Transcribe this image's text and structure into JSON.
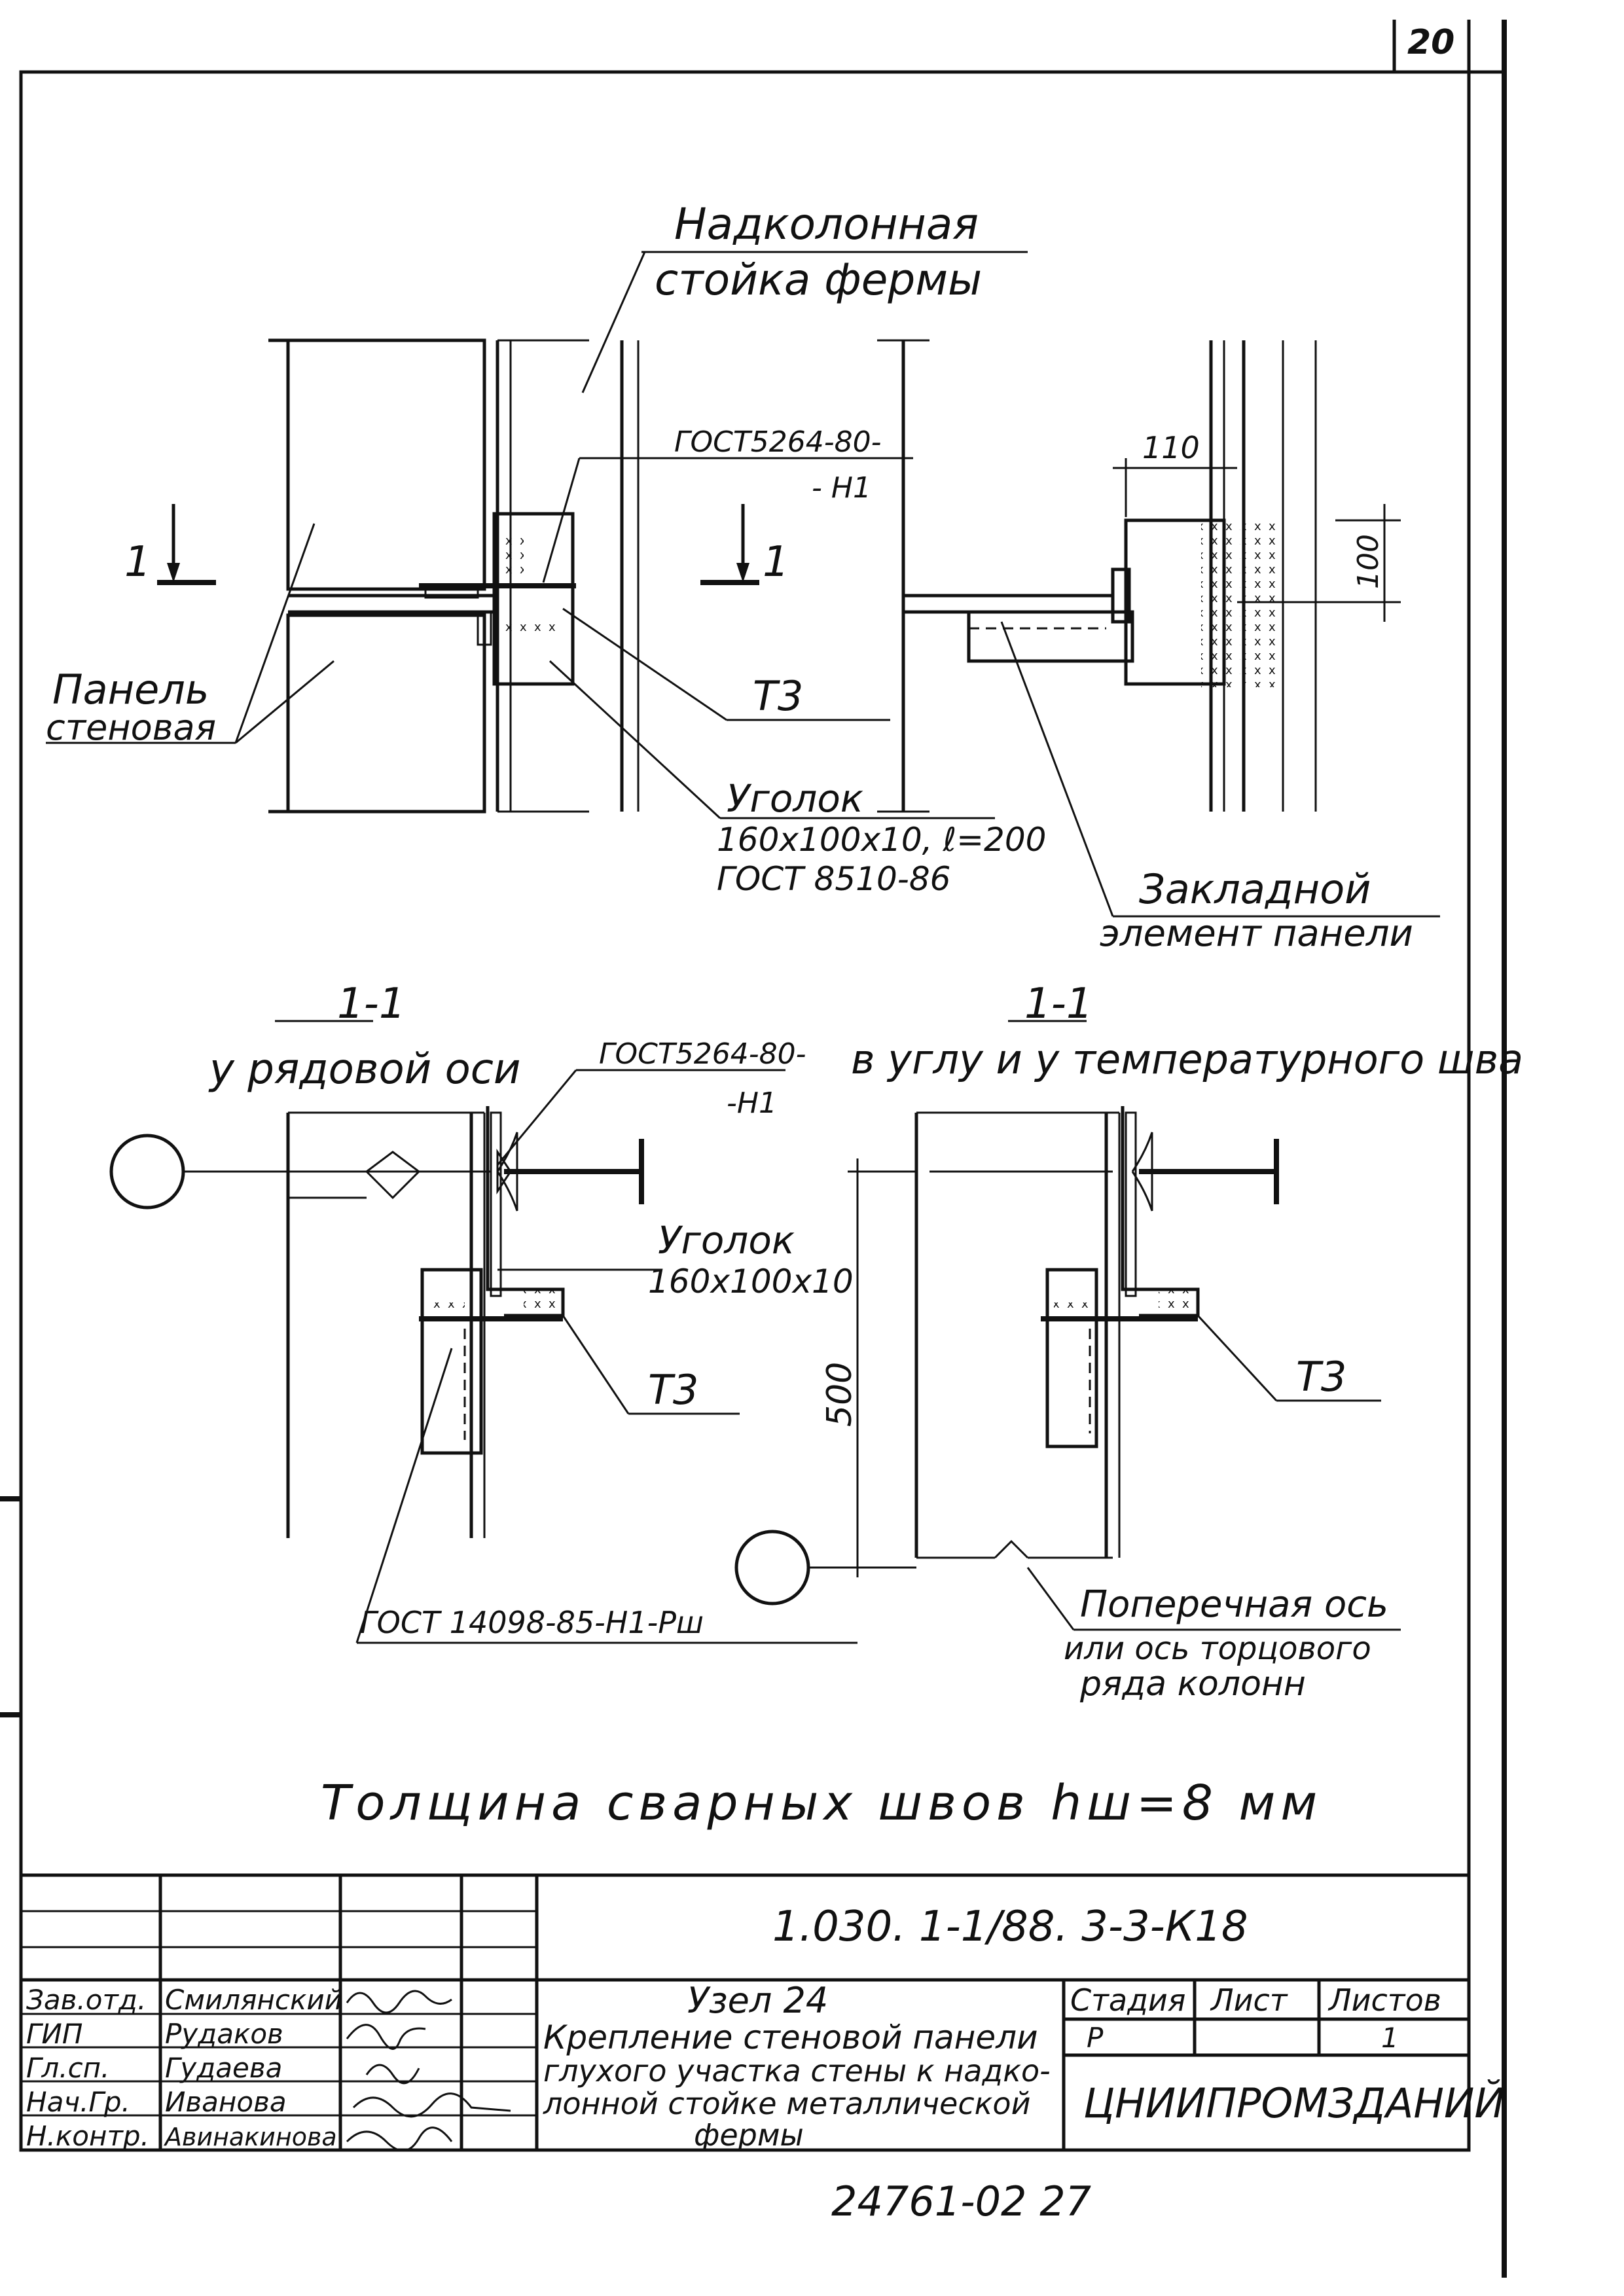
{
  "sheet_number": "20",
  "top_detail": {
    "truss_post_label_line1": "Надколонная",
    "truss_post_label_line2": "стойка фермы",
    "gost_weld_line1": "ГОСТ5264-80-",
    "gost_weld_line2": "- Н1",
    "section_mark_left": "1",
    "section_mark_right": "1",
    "panel_label_line1": "Панель",
    "panel_label_line2": "стеновая",
    "t3_label": "Т3",
    "angle_label_line1": "Уголок",
    "angle_label_line2": "160х100х10, ℓ=200",
    "angle_label_line3": "ГОСТ 8510-86",
    "dim_110": "110",
    "dim_100": "100",
    "embedded_label_line1": "Закладной",
    "embedded_label_line2": "элемент панели"
  },
  "section_left": {
    "mark": "1-1",
    "caption": "у рядовой оси",
    "gost_weld_line1": "ГОСТ5264-80-",
    "gost_weld_line2": "-Н1",
    "angle_label_line1": "Уголок",
    "angle_label_line2": "160х100х10",
    "t3_label": "Т3",
    "gost_bottom": "ГОСТ 14098-85-Н1-Рш"
  },
  "section_right": {
    "mark": "1-1",
    "caption": "в углу и у температурного шва",
    "t3_label": "Т3",
    "dim_500": "500",
    "axis_label_line1": "Поперечная ось",
    "axis_label_line2": "или ось торцового",
    "axis_label_line3": "ряда колонн"
  },
  "weld_note": "Толщина сварных швов hш=8 мм",
  "title_block": {
    "doc_code": "1.030. 1-1/88. 3-3-К18",
    "roles": [
      "Зав.отд.",
      "ГИП",
      "Гл.сп.",
      "Нач.Гр.",
      "Н.контр."
    ],
    "names": [
      "Смилянский",
      "Рудаков",
      "Гудаева",
      "Иванова",
      "Авинакинова"
    ],
    "node_title": "Узел 24",
    "desc_line1": "Крепление стеновой панели",
    "desc_line2": "глухого участка стены к надко-",
    "desc_line3": "лонной стойке металлической",
    "desc_line4": "фермы",
    "col_stage": "Стадия",
    "col_sheet": "Лист",
    "col_sheets": "Листов",
    "stage_value": "Р",
    "sheets_value": "1",
    "org": "ЦНИИПРОМЗДАНИЙ"
  },
  "bottom_number": "24761-02   27"
}
